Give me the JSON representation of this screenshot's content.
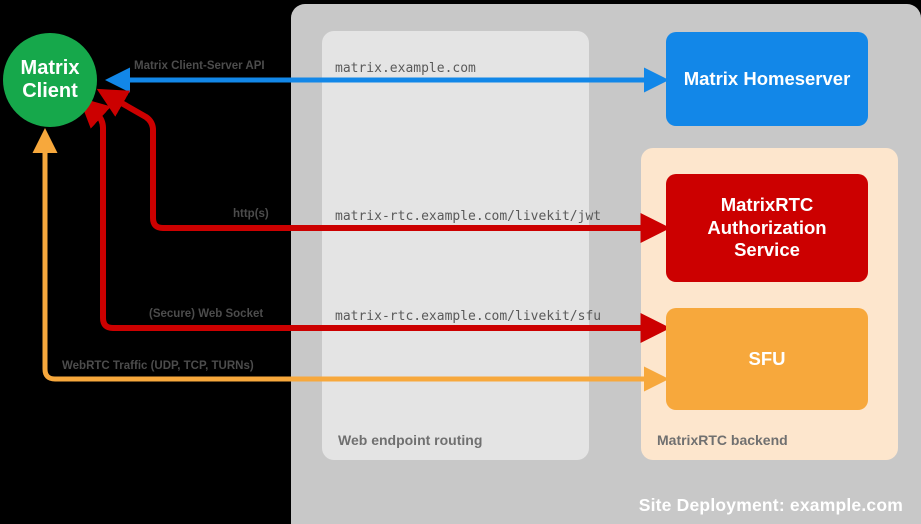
{
  "diagram": {
    "title": "MatrixRTC site deployment topology",
    "background": "#000000"
  },
  "site": {
    "label": "Site Deployment: example.com",
    "color": "#c8c8c8"
  },
  "groups": {
    "routing": {
      "label": "Web endpoint routing",
      "color": "#e4e4e4"
    },
    "backend": {
      "label": "MatrixRTC backend",
      "color": "#fde6cd"
    }
  },
  "nodes": {
    "client": {
      "line1": "Matrix",
      "line2": "Client",
      "color": "#16a84b"
    },
    "homeserver": {
      "label": "Matrix Homeserver",
      "color": "#1287e8"
    },
    "auth": {
      "line1": "MatrixRTC",
      "line2": "Authorization",
      "line3": "Service",
      "color": "#cc0000"
    },
    "sfu": {
      "label": "SFU",
      "color": "#f7a83c"
    }
  },
  "links": [
    {
      "id": "cs-api",
      "label": "Matrix Client-Server API",
      "endpoint": "matrix.example.com",
      "color": "#1287e8"
    },
    {
      "id": "jwt",
      "label": "http(s)",
      "endpoint": "matrix-rtc.example.com/livekit/jwt",
      "color": "#cc0000"
    },
    {
      "id": "sfu-ws",
      "label": "(Secure) Web Socket",
      "endpoint": "matrix-rtc.example.com/livekit/sfu",
      "color": "#cc0000"
    },
    {
      "id": "webrtc",
      "label": "WebRTC Traffic (UDP, TCP, TURNs)",
      "endpoint": "",
      "color": "#f7a83c"
    }
  ]
}
